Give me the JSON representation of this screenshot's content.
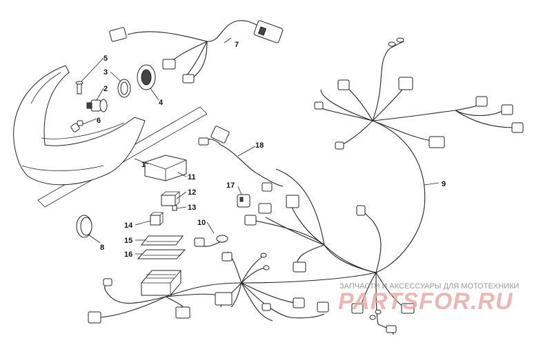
{
  "diagram": {
    "part_numbers": [
      "1",
      "2",
      "3",
      "4",
      "5",
      "6",
      "7",
      "8",
      "9",
      "10",
      "11",
      "12",
      "13",
      "14",
      "15",
      "16",
      "17",
      "18"
    ]
  },
  "watermark": {
    "subtitle": "ЗАПЧАСТИ И АКСЕССУАРЫ ДЛЯ МОТОТЕХНИКИ",
    "brand": "PARTSFOR.RU"
  }
}
